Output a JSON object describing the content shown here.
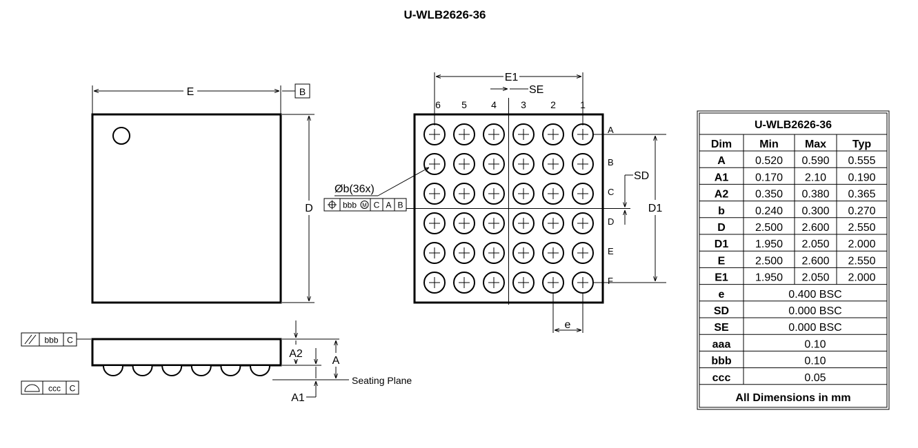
{
  "title": "U-WLB2626-36",
  "top_view": {
    "dim_e": "E",
    "dim_d": "D",
    "datum_b": "B"
  },
  "bottom_view": {
    "dim_e1": "E1",
    "dim_se": "SE",
    "dim_sd": "SD",
    "dim_d1": "D1",
    "dim_pitch": "e",
    "columns": [
      "6",
      "5",
      "4",
      "3",
      "2",
      "1"
    ],
    "rows": [
      "A",
      "B",
      "C",
      "D",
      "E",
      "F"
    ],
    "ball_note": "Øb(36x)",
    "ball_fcf": {
      "tol": "bbb",
      "modifier": "M",
      "datums": [
        "C",
        "A",
        "B"
      ]
    }
  },
  "side_view": {
    "parallelism_fcf": {
      "tol": "bbb",
      "datum": "C"
    },
    "profile_fcf": {
      "tol": "ccc",
      "datum": "C"
    },
    "dim_a": "A",
    "dim_a1": "A1",
    "dim_a2": "A2",
    "seating_plane": "Seating Plane"
  },
  "table": {
    "title": "U-WLB2626-36",
    "headers": [
      "Dim",
      "Min",
      "Max",
      "Typ"
    ],
    "rows": [
      [
        "A",
        "0.520",
        "0.590",
        "0.555"
      ],
      [
        "A1",
        "0.170",
        "2.10",
        "0.190"
      ],
      [
        "A2",
        "0.350",
        "0.380",
        "0.365"
      ],
      [
        "b",
        "0.240",
        "0.300",
        "0.270"
      ],
      [
        "D",
        "2.500",
        "2.600",
        "2.550"
      ],
      [
        "D1",
        "1.950",
        "2.050",
        "2.000"
      ],
      [
        "E",
        "2.500",
        "2.600",
        "2.550"
      ],
      [
        "E1",
        "1.950",
        "2.050",
        "2.000"
      ]
    ],
    "span_rows": [
      [
        "e",
        "0.400 BSC"
      ],
      [
        "SD",
        "0.000 BSC"
      ],
      [
        "SE",
        "0.000 BSC"
      ],
      [
        "aaa",
        "0.10"
      ],
      [
        "bbb",
        "0.10"
      ],
      [
        "ccc",
        "0.05"
      ]
    ],
    "footer": "All Dimensions in mm"
  }
}
